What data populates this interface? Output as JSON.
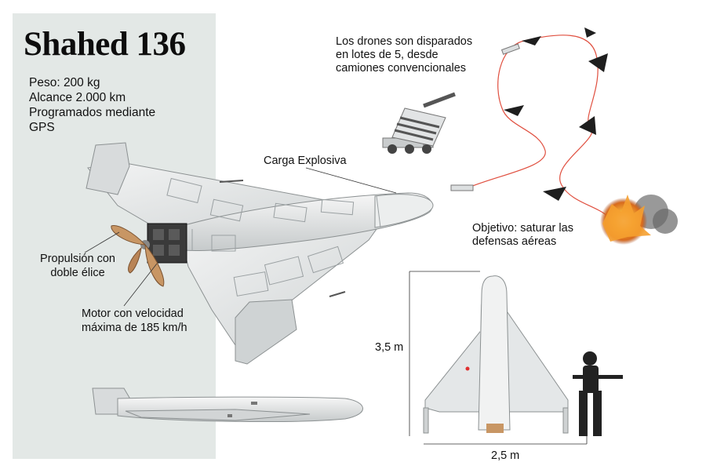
{
  "title": "Shahed 136",
  "specs": [
    "Peso: 200 kg",
    "Alcance 2.000 km",
    "Programados mediante",
    "GPS"
  ],
  "labels": {
    "carga": "Carga Explosiva",
    "propulsion_1": "Propulsión con",
    "propulsion_2": "doble élice",
    "motor_1": "Motor con velocidad",
    "motor_2": "máxima de 185 km/h",
    "lotes_1": "Los drones son disparados",
    "lotes_2": "en lotes de 5, desde",
    "lotes_3": "camiones convencionales",
    "objetivo_1": "Objetivo: saturar las",
    "objetivo_2": "defensas aéreas"
  },
  "dimensions": {
    "length": "3,5 m",
    "wingspan": "2,5 m"
  },
  "colors": {
    "panel": "#e3e8e6",
    "drone_body": "#e6e8e8",
    "drone_shade": "#b9bdbf",
    "propeller": "#c89664",
    "flight_path": "#e05040",
    "explosion": "#f0a030",
    "soldier": "#222222"
  }
}
